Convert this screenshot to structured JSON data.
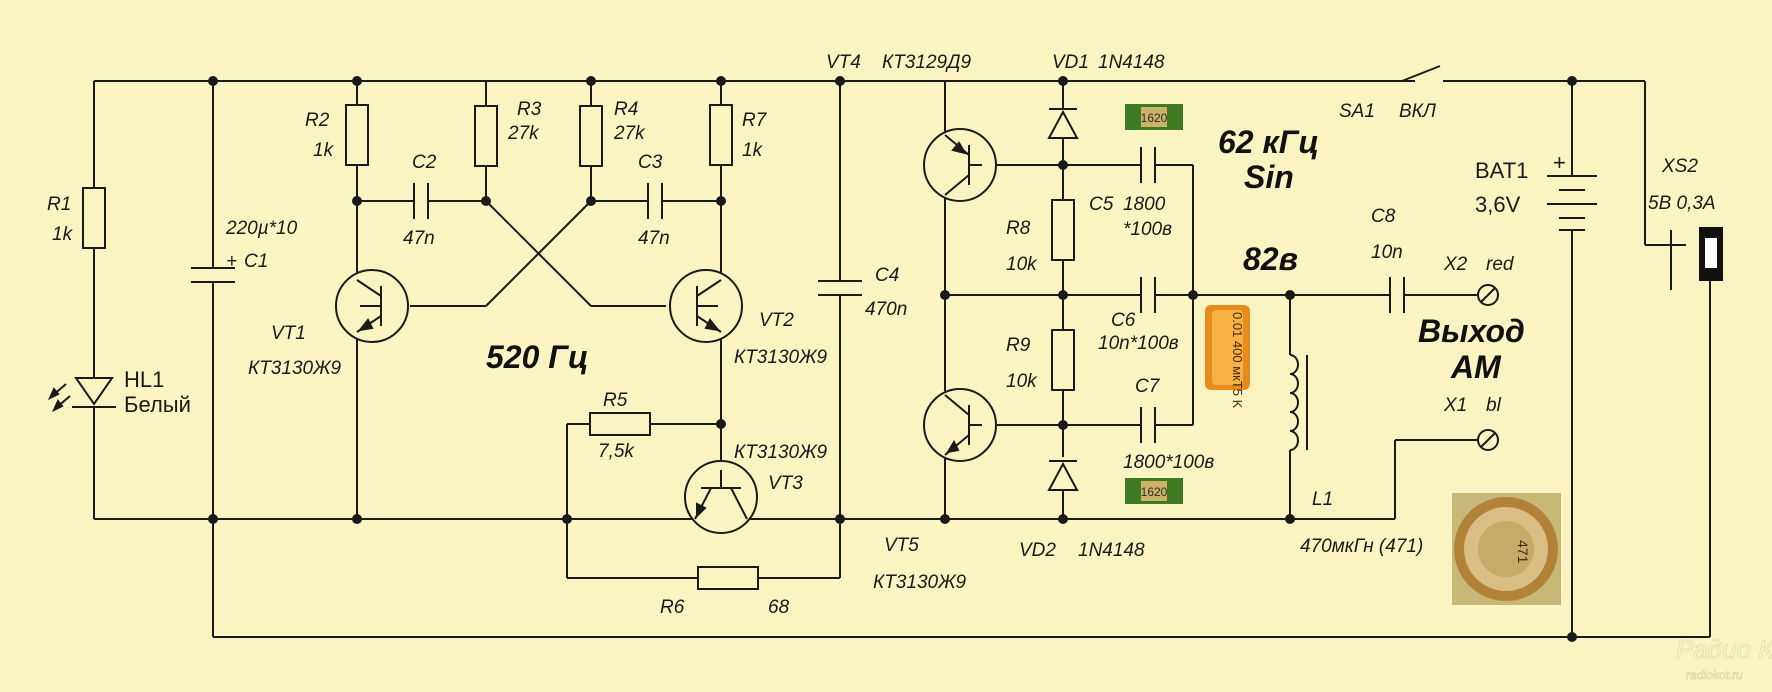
{
  "labels": {
    "r1": "R1",
    "r1_val": "1k",
    "c1": "C1",
    "c1_val": "220µ*10",
    "c1_plus": "+",
    "hl1": "HL1",
    "hl1_val": "Белый",
    "r2": "R2",
    "r2_val": "1k",
    "r3": "R3",
    "r3_val": "27k",
    "r4": "R4",
    "r4_val": "27k",
    "r7": "R7",
    "r7_val": "1k",
    "c2": "C2",
    "c2_val": "47n",
    "c3": "C3",
    "c3_val": "47n",
    "vt1": "VT1",
    "vt1_type": "КТ3130Ж9",
    "vt2": "VT2",
    "vt2_type": "КТ3130Ж9",
    "vt3": "VT3",
    "vt3_type": "КТ3130Ж9",
    "freq_low": "520 Гц",
    "r5": "R5",
    "r5_val": "7,5k",
    "r6": "R6",
    "r6_val": "68",
    "vt4": "VT4",
    "vt4_type": "КТ3129Д9",
    "c4": "C4",
    "c4_val": "470n",
    "vd1": "VD1",
    "vd1_type": "1N4148",
    "vd2": "VD2",
    "vd2_type": "1N4148",
    "r8": "R8",
    "r8_val": "10k",
    "r9": "R9",
    "r9_val": "10k",
    "c5": "C5",
    "c5_val1": "1800",
    "c5_val2": "*100в",
    "c6": "C6",
    "c6_val": "10n*100в",
    "c7": "C7",
    "c7_val": "1800*100в",
    "vt5": "VT5",
    "vt5_type": "КТ3130Ж9",
    "freq_high1": "62 кГц",
    "freq_high2": "Sin",
    "voltage": "82в",
    "sa1": "SA1",
    "sa1_val": "ВКЛ",
    "bat1": "BAT1",
    "bat1_val": "3,6V",
    "bat1_plus": "+",
    "c8": "C8",
    "c8_val": "10n",
    "x2": "X2",
    "x2_val": "red",
    "x1": "X1",
    "x1_val": "bl",
    "output1": "Выход",
    "output2": "АМ",
    "l1": "L1",
    "l1_val": "470мкГн  (471)",
    "xs2": "XS2",
    "xs2_val": "5В 0,3А"
  },
  "photos": {
    "cap_chip_text": "1620",
    "cap_film_text": "0.01 400 мкТ5 K",
    "inductor_text": "471"
  },
  "watermark": {
    "line1": "Радио КОТ",
    "line2": "radiokot.ru"
  },
  "colors": {
    "background": "#f9f4c2",
    "ink": "#1a1a1a",
    "chip_green": "#3d7a22",
    "film_orange": "#e98a1c",
    "inductor_brown": "#b08338"
  }
}
